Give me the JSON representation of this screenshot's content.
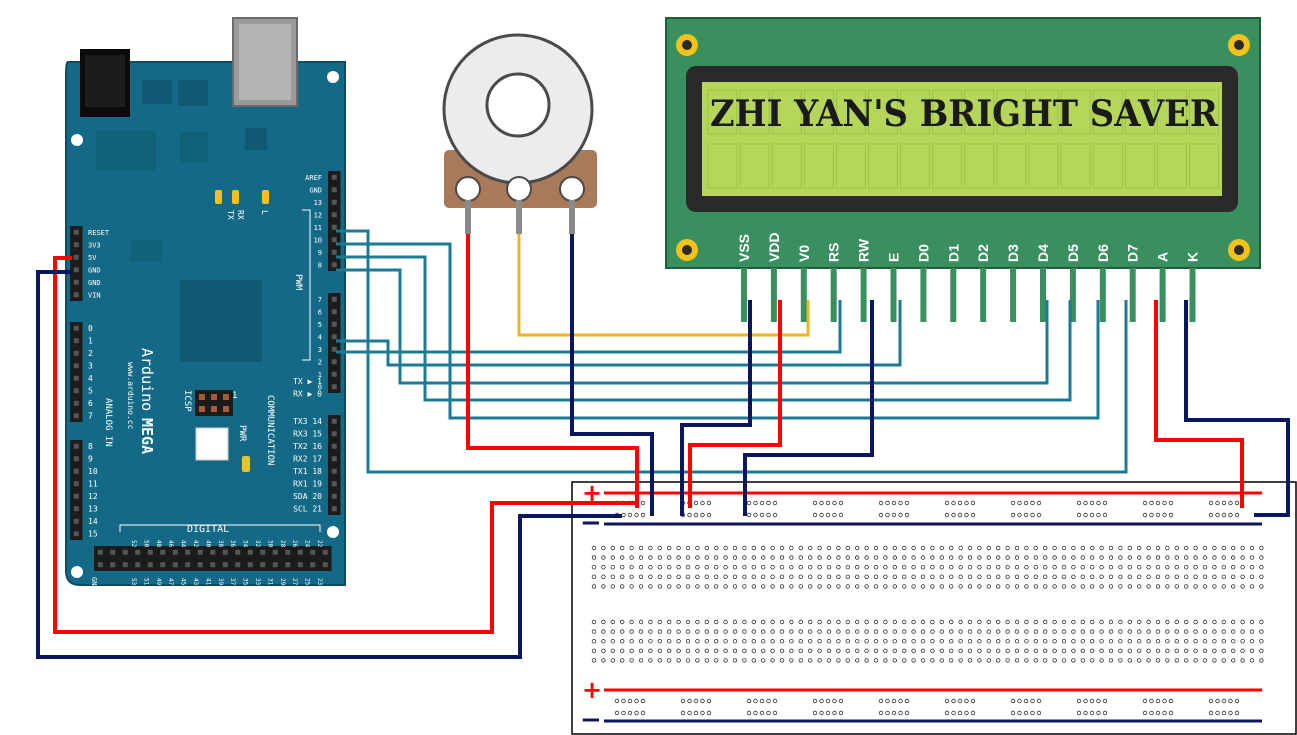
{
  "colors": {
    "board_blue": "#146a86",
    "board_dark": "#0d4c63",
    "lcd_green": "#3a8f5e",
    "lcd_screen": "#b6d65a",
    "wire_red": "#ff0000",
    "wire_navy": "#0a1660",
    "wire_teal": "#1e7a94",
    "wire_yellow": "#f0b321",
    "pin_green": "#3a8f5e",
    "gold": "#f2c21b"
  },
  "lcd": {
    "line1": "ZHI YAN'S BRIGHT SAVER",
    "pins": [
      "VSS",
      "VDD",
      "V0",
      "RS",
      "RW",
      "E",
      "D0",
      "D1",
      "D2",
      "D3",
      "D4",
      "D5",
      "D6",
      "D7",
      "A",
      "K"
    ]
  },
  "arduino": {
    "brand": "Arduino",
    "model": "MEGA",
    "url": "www.arduino.cc",
    "power_pins": [
      "RESET",
      "3V3",
      "5V",
      "GND",
      "GND",
      "VIN"
    ],
    "analog_label": "ANALOG IN",
    "analog_pins": [
      "0",
      "1",
      "2",
      "3",
      "4",
      "5",
      "6",
      "7",
      "8",
      "9",
      "10",
      "11",
      "12",
      "13",
      "14",
      "15"
    ],
    "pwm_top": [
      "AREF",
      "GND",
      "13",
      "12",
      "11",
      "10",
      "9",
      "8"
    ],
    "pwm_bottom": [
      "7",
      "6",
      "5",
      "4",
      "3",
      "2",
      "1",
      "0"
    ],
    "pwm_label": "PWM",
    "comm_label": "COMMUNICATION",
    "comm_pins": [
      "TX3 14",
      "RX3 15",
      "TX2 16",
      "RX2 17",
      "TX1 18",
      "RX1 19",
      "SDA 20",
      "SCL 21"
    ],
    "tx_rx": [
      "TX",
      "RX"
    ],
    "tx_rx_nums": [
      "1",
      "0"
    ],
    "led_labels": [
      "TX",
      "RX",
      "L"
    ],
    "pwr_label": "PWR",
    "icsp_label": "ICSP",
    "icsp_num": "1",
    "digital_label": "DIGITAL",
    "digital_top": [
      "22",
      "24",
      "26",
      "28",
      "30",
      "32",
      "34",
      "36",
      "38",
      "40",
      "42",
      "44",
      "46",
      "48",
      "50",
      "52"
    ],
    "digital_bottom": [
      "23",
      "25",
      "27",
      "29",
      "31",
      "33",
      "35",
      "37",
      "39",
      "41",
      "43",
      "45",
      "47",
      "49",
      "51",
      "53"
    ],
    "gnd_label": "GND"
  },
  "breadboard": {
    "plus": "+",
    "minus": "−"
  }
}
